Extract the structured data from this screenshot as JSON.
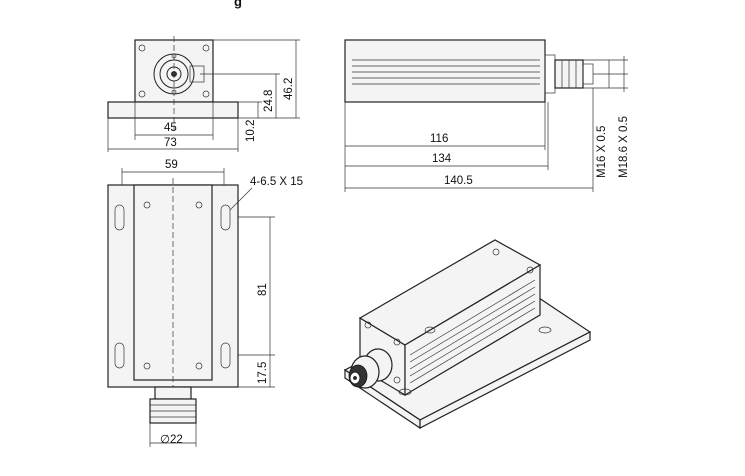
{
  "header_text": "g",
  "dimensions": {
    "front_height_total": "46.2",
    "front_axis_height": "24.8",
    "front_base_height": "10.2",
    "front_inner_width": "45",
    "front_total_width": "73",
    "side_body_length": "116",
    "side_base_length": "134",
    "side_total_length": "140.5",
    "thread_inner": "M16 X 0.5",
    "thread_outer": "M18.6 X 0.5",
    "top_width": "59",
    "mount_holes": "4-6.5 X 15",
    "hole_spacing": "81",
    "hole_offset": "17.5",
    "connector_diameter": "22"
  }
}
